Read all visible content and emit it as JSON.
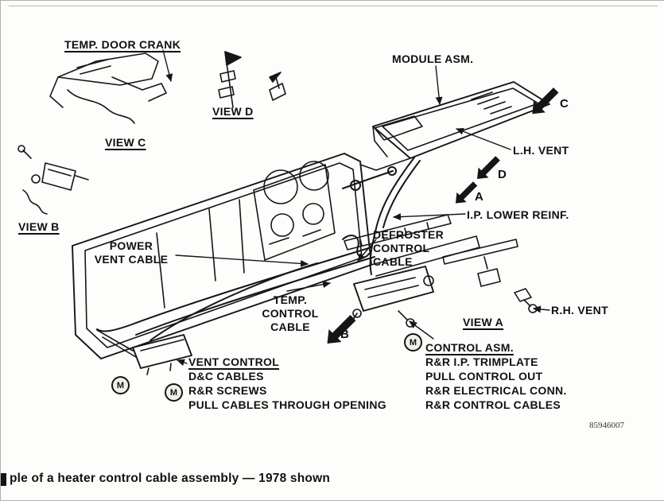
{
  "figure": {
    "caption": "ple of a heater control cable assembly — 1978 shown",
    "part_number": "85946007"
  },
  "labels": {
    "temp_door_crank": "TEMP. DOOR CRANK",
    "view_c": "VIEW C",
    "view_d": "VIEW D",
    "view_b": "VIEW B",
    "view_a": "VIEW A",
    "module_asm": "MODULE ASM.",
    "lh_vent": "L.H. VENT",
    "ip_lower_reinf": "I.P. LOWER REINF.",
    "power_vent_cable": "POWER\nVENT CABLE",
    "defroster_control_cable": "DEFROSTER\nCONTROL\nCABLE",
    "temp_control_cable": "TEMP.\nCONTROL\nCABLE",
    "rh_vent": "R.H. VENT",
    "letter_a": "A",
    "letter_b": "B",
    "letter_c": "C",
    "letter_d": "D",
    "fastener_m": "M"
  },
  "vent_control": {
    "title": "VENT CONTROL",
    "steps": [
      "D&C CABLES",
      "R&R SCREWS",
      "PULL CABLES THROUGH OPENING"
    ]
  },
  "control_asm": {
    "title": "CONTROL ASM.",
    "steps": [
      "R&R I.P. TRIMPLATE",
      "PULL CONTROL OUT",
      "R&R ELECTRICAL CONN.",
      "R&R CONTROL CABLES"
    ]
  }
}
